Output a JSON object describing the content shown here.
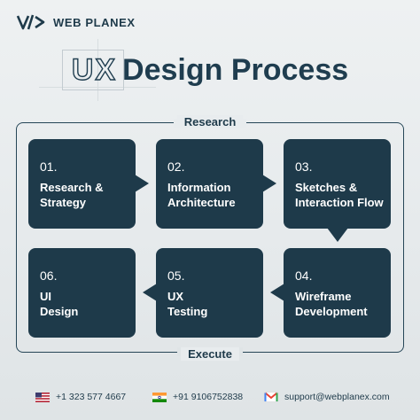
{
  "brand": {
    "name": "WEB PLANEX"
  },
  "title": {
    "accent": "UX",
    "rest": "Design Process"
  },
  "sections": {
    "top": "Research",
    "bottom": "Execute"
  },
  "steps": [
    {
      "num": "01.",
      "title": "Research &\nStrategy"
    },
    {
      "num": "02.",
      "title": "Information\nArchitecture"
    },
    {
      "num": "03.",
      "title": "Sketches &\nInteraction Flow"
    },
    {
      "num": "04.",
      "title": "Wireframe\nDevelopment"
    },
    {
      "num": "05.",
      "title": "UX\nTesting"
    },
    {
      "num": "06.",
      "title": "UI\nDesign"
    }
  ],
  "contacts": {
    "us_phone": "+1 323 577 4667",
    "in_phone": "+91 9106752838",
    "email": "support@webplanex.com"
  },
  "icons": {
    "logo": "webplanex-logo-icon",
    "us": "us-flag-icon",
    "india": "india-flag-icon",
    "mail": "gmail-icon"
  },
  "colors": {
    "card": "#1e3a4a",
    "text": "#1e3a4a",
    "background": "#e8ecee"
  }
}
